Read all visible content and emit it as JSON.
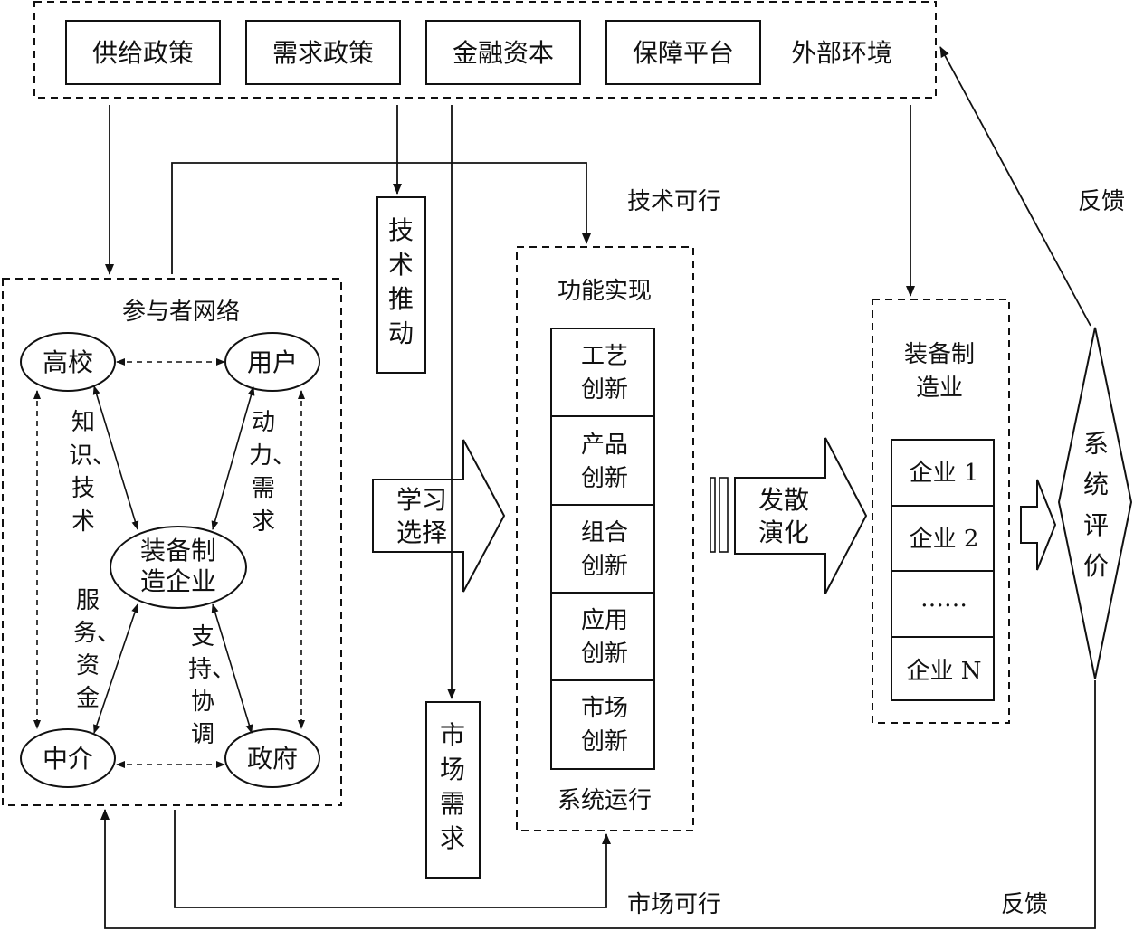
{
  "external_env": {
    "boxes": [
      "供给政策",
      "需求政策",
      "金融资本",
      "保障平台"
    ],
    "label": "外部环境"
  },
  "participants": {
    "title": "参与者网络",
    "nodes": {
      "university": "高校",
      "user": "用户",
      "enterprise": [
        "装备制",
        "造企业"
      ],
      "intermediary": "中介",
      "government": "政府"
    },
    "edge_labels": {
      "knowledge": [
        "知",
        "识、",
        "技",
        "术"
      ],
      "power": [
        "动",
        "力、",
        "需",
        "求"
      ],
      "service": [
        "服",
        "务、",
        "资",
        "金"
      ],
      "support": [
        "支",
        "持、",
        "协",
        "调"
      ]
    }
  },
  "tech_push": [
    "技",
    "术",
    "推",
    "动"
  ],
  "market_demand": [
    "市",
    "场",
    "需",
    "求"
  ],
  "learning_select": [
    "学习",
    "选择"
  ],
  "function": {
    "title": "功能实现",
    "items": [
      [
        "工艺",
        "创新"
      ],
      [
        "产品",
        "创新"
      ],
      [
        "组合",
        "创新"
      ],
      [
        "应用",
        "创新"
      ],
      [
        "市场",
        "创新"
      ]
    ],
    "footer": "系统运行"
  },
  "diffusion": [
    "发散",
    "演化"
  ],
  "industry": {
    "title": [
      "装备制",
      "造业"
    ],
    "items": [
      "企业 1",
      "企业 2",
      "……",
      "企业 N"
    ]
  },
  "evaluation": [
    "系",
    "统",
    "评",
    "价"
  ],
  "labels": {
    "tech_feasible": "技术可行",
    "market_feasible": "市场可行",
    "feedback_top": "反馈",
    "feedback_bottom": "反馈"
  }
}
